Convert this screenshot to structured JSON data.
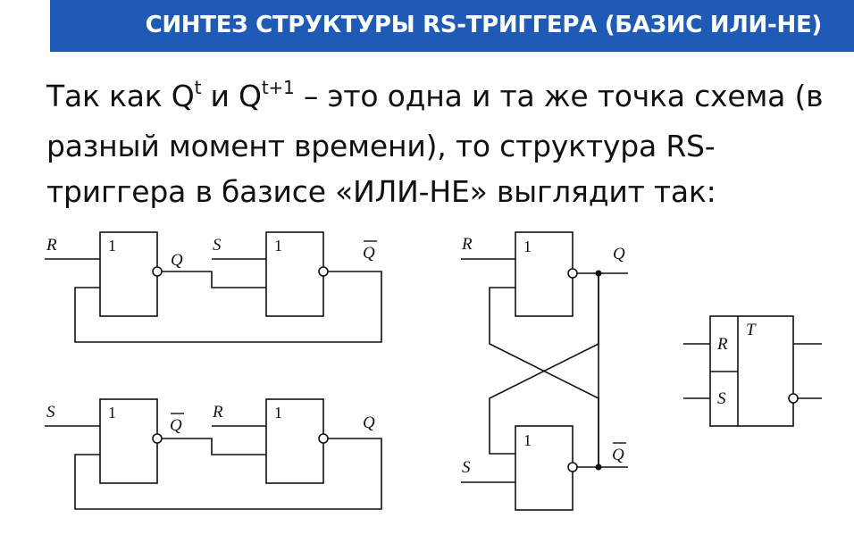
{
  "header": {
    "title": "СИНТЕЗ СТРУКТУРЫ RS-ТРИГГЕРА (БАЗИС ИЛИ-НЕ)",
    "accent_color": "#1f5bb5"
  },
  "text": {
    "part1": "Так как Q",
    "sup1": "t",
    "part2": " и Q",
    "sup2": "t+1",
    "part3": " – это одна и та же точка схема (в разный момент времени), то структура RS-триггера в базисе «ИЛИ-НЕ» выглядит так:"
  },
  "diagram": {
    "gate_symbol": "1",
    "labels": {
      "r": "R",
      "s": "S",
      "q": "Q",
      "q_bar": "Q",
      "t": "T"
    }
  }
}
